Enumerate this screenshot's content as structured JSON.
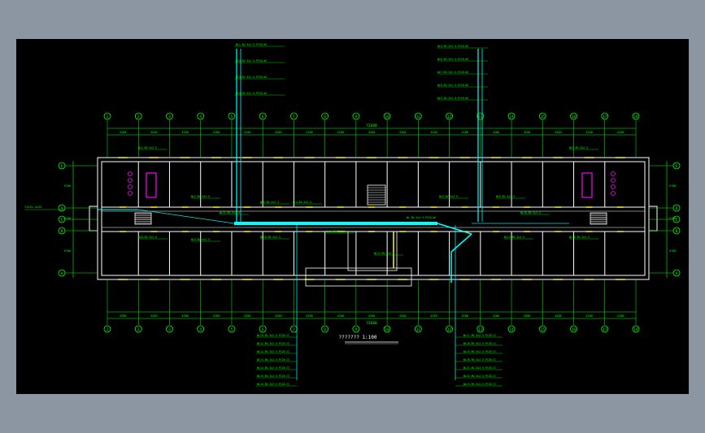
{
  "drawing": {
    "title": "???????",
    "scale": "1:100",
    "colors": {
      "background": "#000000",
      "frame": "#8c96a3",
      "wall": "#ffffff",
      "axis": "#00ff00",
      "axis_bubble": "#00ff00",
      "dimension": "#00ff00",
      "cable_main": "#00ffff",
      "cable_branch": "#00e5e5",
      "door": "#ffff00",
      "equipment": "#ff00ff",
      "leader_text": "#00ff00"
    }
  },
  "axes": {
    "top": [
      "1",
      "2",
      "3",
      "4",
      "5",
      "6",
      "7",
      "8",
      "9",
      "10",
      "11",
      "12",
      "13",
      "14",
      "15",
      "16",
      "17",
      "18"
    ],
    "bottom": [
      "1",
      "2",
      "3",
      "4",
      "5",
      "6",
      "7",
      "8",
      "9",
      "10",
      "11",
      "12",
      "13",
      "14",
      "15",
      "16",
      "17",
      "18"
    ],
    "left": [
      "E",
      "D",
      "C",
      "B",
      "A"
    ],
    "right": [
      "E",
      "D",
      "C",
      "B",
      "A"
    ]
  },
  "dimensions": {
    "top_overall": "72600",
    "top_bays": [
      "4200",
      "4200",
      "4200",
      "4200",
      "4200",
      "4200",
      "4200",
      "4200",
      "4200",
      "4200",
      "4200",
      "4200",
      "4200",
      "4200",
      "4200",
      "4200",
      "4200"
    ],
    "bottom_overall": "72600",
    "bottom_bays": [
      "4200",
      "4200",
      "4200",
      "4200",
      "4200",
      "4200",
      "4200",
      "4200",
      "4200",
      "4200",
      "4200",
      "4200",
      "4200",
      "4200",
      "4200",
      "4200",
      "4200"
    ],
    "left_side": [
      "5700",
      "2700",
      "5700"
    ],
    "right_side": [
      "5700",
      "2700",
      "5700"
    ]
  },
  "labels": {
    "top_left_group": [
      "WL1-BV-3x2.5-PC20-WC",
      "WL2-BV-3x2.5-PC20-WC",
      "WL3-BV-3x2.5-PC20-WC",
      "WL4-BV-3x2.5-PC20-WC"
    ],
    "top_right_group": [
      "WL5-BV-3x2.5-PC20-WC",
      "WL6-BV-3x2.5-PC20-WC",
      "WL7-BV-3x2.5-PC20-WC",
      "WL8-BV-3x2.5-PC20-WC",
      "WL9-BV-3x2.5-PC20-WC"
    ],
    "bottom_left_group": [
      "WL10-BV-3x2.5-PC20-CC",
      "WL11-BV-3x2.5-PC20-CC",
      "WL12-BV-3x2.5-PC20-CC",
      "WL13-BV-3x2.5-PC20-CC",
      "WL14-BV-3x2.5-PC20-CC",
      "WL15-BV-3x2.5-PC20-CC",
      "WL16-BV-3x2.5-PC20-CC"
    ],
    "bottom_right_group": [
      "WL17-BV-3x2.5-PC20-CC",
      "WL18-BV-3x2.5-PC20-CC",
      "WL19-BV-3x2.5-PC20-CC",
      "WL20-BV-3x2.5-PC20-CC",
      "WL21-BV-3x2.5-PC20-CC",
      "WL22-BV-3x2.5-PC20-CC",
      "WL23-BV-3x2.5-PC20-CC"
    ],
    "incoming": "YJV22-4x35",
    "corridor_main": "WL-BV-3x2.5-PC20-WC",
    "room_tags": [
      "WL1-BV-3x2.5",
      "WL2-BV-3x2.5",
      "WL3-BV-3x2.5",
      "WL4-BV-3x2.5",
      "WL5-BV-3x2.5",
      "WL6-BV-3x2.5",
      "WL7-BV-3x2.5",
      "WL8-BV-3x2.5",
      "WL9-BV-3x2.5",
      "WL10-BV-3x2.5",
      "WL11-BV-3x2.5",
      "WL12-BV-3x2.5",
      "WL13-BV-3x2.5",
      "WL14-BV-3x2.5",
      "WL15-BV-3x2.5",
      "WL16-BV-3x2.5"
    ]
  }
}
